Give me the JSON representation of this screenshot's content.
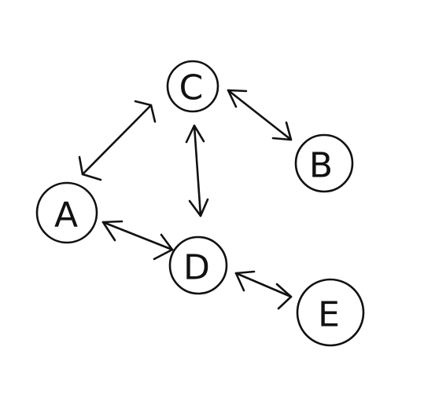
{
  "diagram": {
    "type": "undirected-graph",
    "nodes": [
      {
        "id": "C",
        "label": "C"
      },
      {
        "id": "B",
        "label": "B"
      },
      {
        "id": "A",
        "label": "A"
      },
      {
        "id": "D",
        "label": "D"
      },
      {
        "id": "E",
        "label": "E"
      }
    ],
    "edges": [
      {
        "from": "A",
        "to": "C",
        "direction": "bidirectional"
      },
      {
        "from": "C",
        "to": "B",
        "direction": "bidirectional"
      },
      {
        "from": "C",
        "to": "D",
        "direction": "bidirectional"
      },
      {
        "from": "A",
        "to": "D",
        "direction": "bidirectional"
      },
      {
        "from": "D",
        "to": "E",
        "direction": "bidirectional"
      }
    ],
    "colors": {
      "ink": "#111111",
      "background": "#ffffff"
    }
  }
}
